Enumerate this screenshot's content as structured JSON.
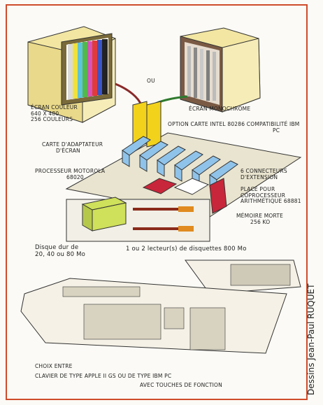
{
  "labels": {
    "ou": "OU",
    "ecran_couleur": [
      "ÉCRAN COULEUR",
      "640 X 480",
      "256 COULEURS"
    ],
    "ecran_mono": "ÉCRAN MONOCHROME",
    "option_carte": [
      "OPTION CARTE INTEL 80286 COMPATIBILITÉ IBM",
      "PC"
    ],
    "carte_adaptateur": [
      "CARTE D'ADAPTATEUR",
      "D'ÉCRAN"
    ],
    "processeur": [
      "PROCESSEUR MOTOROLA",
      "68020"
    ],
    "connecteurs": [
      "6 CONNECTEURS",
      "D'EXTENSION"
    ],
    "coprocesseur": [
      "PLACE POUR",
      "COPROCESSEUR",
      "ARITHMÉTIQUE 68881"
    ],
    "memoire": [
      "MÉMOIRE MORTE",
      "256 Ko"
    ],
    "disque": [
      "Disque dur de",
      "20, 40 ou 80 Mo"
    ],
    "lecteurs": "1 ou 2 lecteur(s) de disquettes 800 Mo",
    "clavier": [
      "CHOIX ENTRE",
      "CLAVIER DE TYPE APPLE II GS OU DE TYPE IBM PC",
      "AVEC TOUCHES DE FONCTION"
    ]
  },
  "credit": "Dessins Jean-Paul RUQUET",
  "colors": {
    "border": "#cf4b2a",
    "monitor_body": "#f2e6a2",
    "card_yellow": "#f3d21c",
    "slot_blue": "#8fc3ea",
    "cpu_red": "#c8263a",
    "disk_green": "#cfe05a",
    "board": "#e9e4cf"
  }
}
